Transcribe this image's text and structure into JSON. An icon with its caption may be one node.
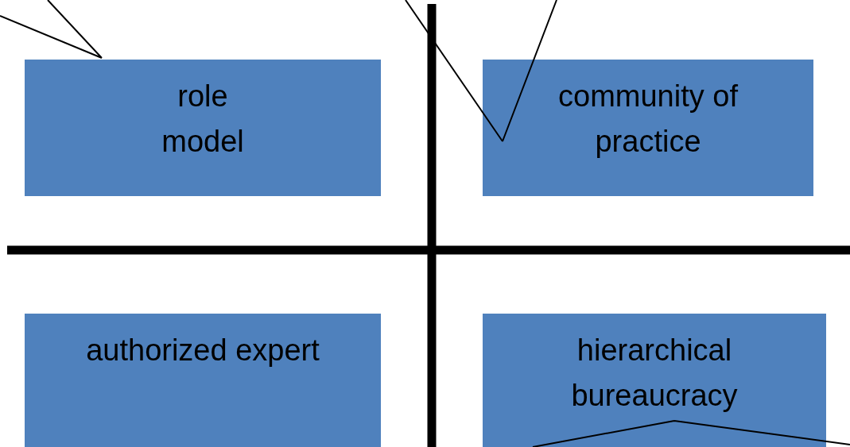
{
  "diagram": {
    "nodes": [
      {
        "text": [
          "role model"
        ]
      },
      {
        "text": [
          "community of practice"
        ]
      },
      {
        "text": [
          "authorized expert"
        ]
      },
      {
        "text": [
          "hierarchical bureaucracy"
        ]
      }
    ],
    "edges": [
      {
        "from": null,
        "to": 0,
        "arrow": "none"
      },
      {
        "from": null,
        "to": 1,
        "arrow": "none"
      },
      {
        "from": null,
        "to": 3,
        "arrow": "none"
      }
    ]
  }
}
